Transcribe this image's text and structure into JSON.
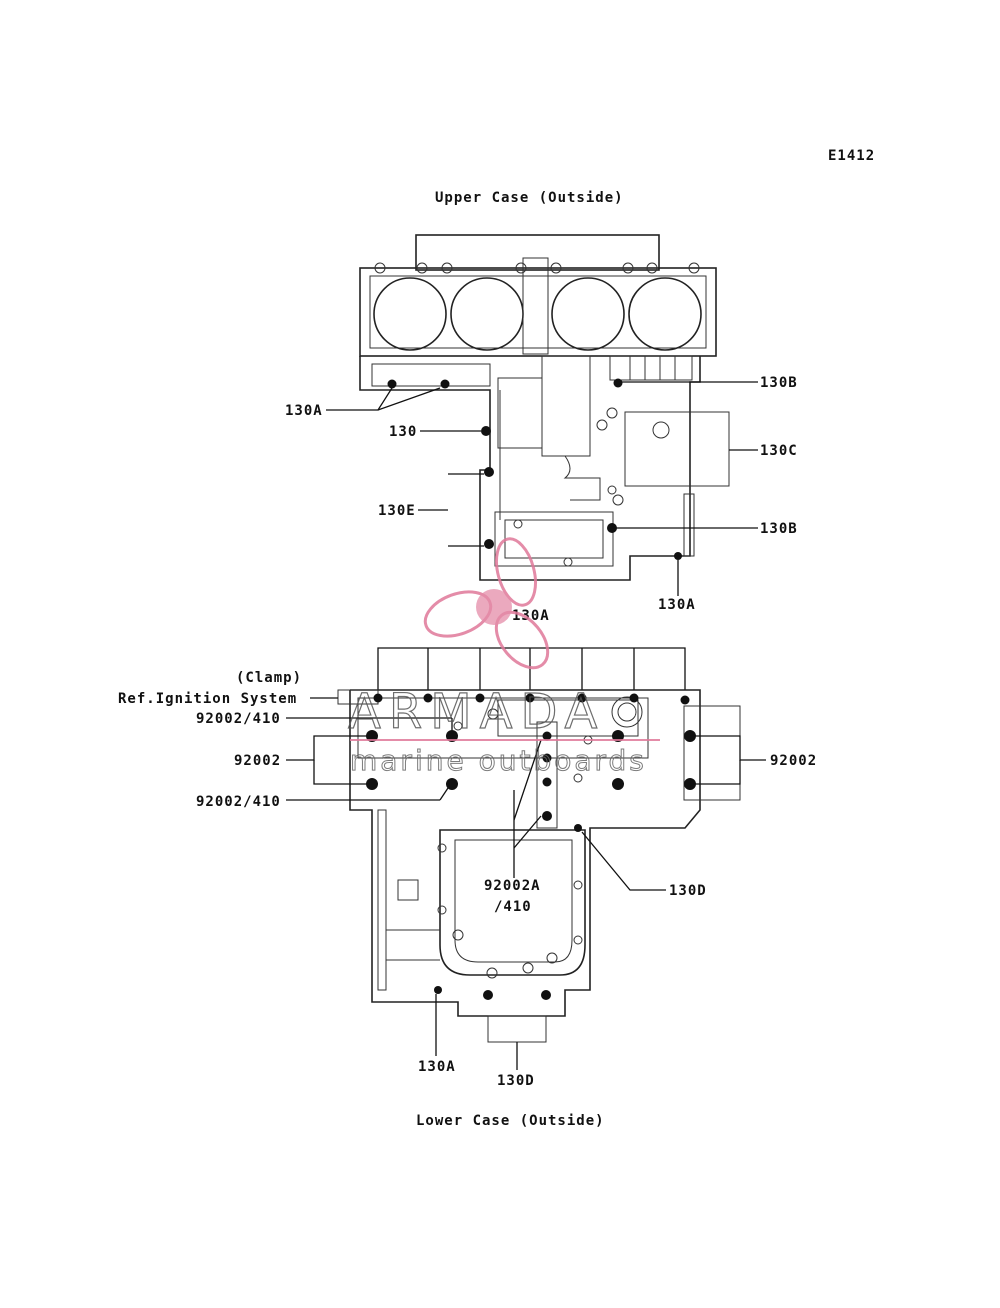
{
  "diagram_code": "E1412",
  "upper_title": "Upper Case (Outside)",
  "lower_title": "Lower Case (Outside)",
  "upper_labels": {
    "l130a_left": "130A",
    "l130": "130",
    "l130e": "130E",
    "l130b_top": "130B",
    "l130c": "130C",
    "l130b_bottom": "130B",
    "l130a_right": "130A",
    "l130a_center": "130A"
  },
  "lower_labels": {
    "clamp": "(Clamp)",
    "ref_ignition": "Ref.Ignition System",
    "l92002_410_top": "92002/410",
    "l92002_left": "92002",
    "l92002_410_bottom": "92002/410",
    "l92002_right": "92002",
    "l92002a": "92002A",
    "l410": "/410",
    "l130d_right": "130D",
    "l130a_bottom": "130A",
    "l130d_bottom": "130D"
  },
  "watermark": {
    "brand": "ARMADA",
    "tagline": "marine outboards",
    "accent_color": "#e0789a"
  }
}
